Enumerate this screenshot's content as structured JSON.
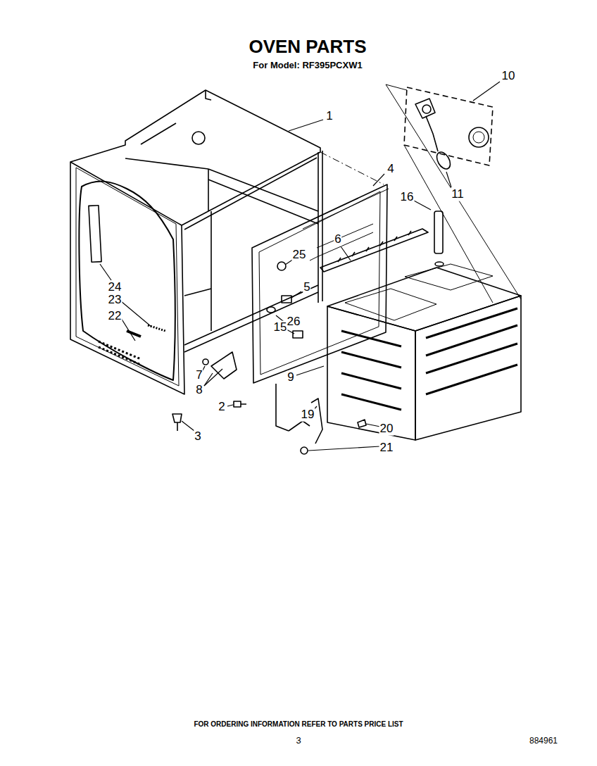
{
  "diagram": {
    "title": "OVEN PARTS",
    "labels": [
      "For Model: RF395PCXW1",
      "10",
      "1",
      "11",
      "4",
      "16",
      "6",
      "25",
      "5",
      "24",
      "23",
      "22",
      "15",
      "26",
      "7",
      "9",
      "8",
      "19",
      "2",
      "20",
      "3",
      "21",
      "FOR ORDERING INFORMATION REFER TO PARTS PRICE LIST",
      "3",
      "884961"
    ]
  }
}
